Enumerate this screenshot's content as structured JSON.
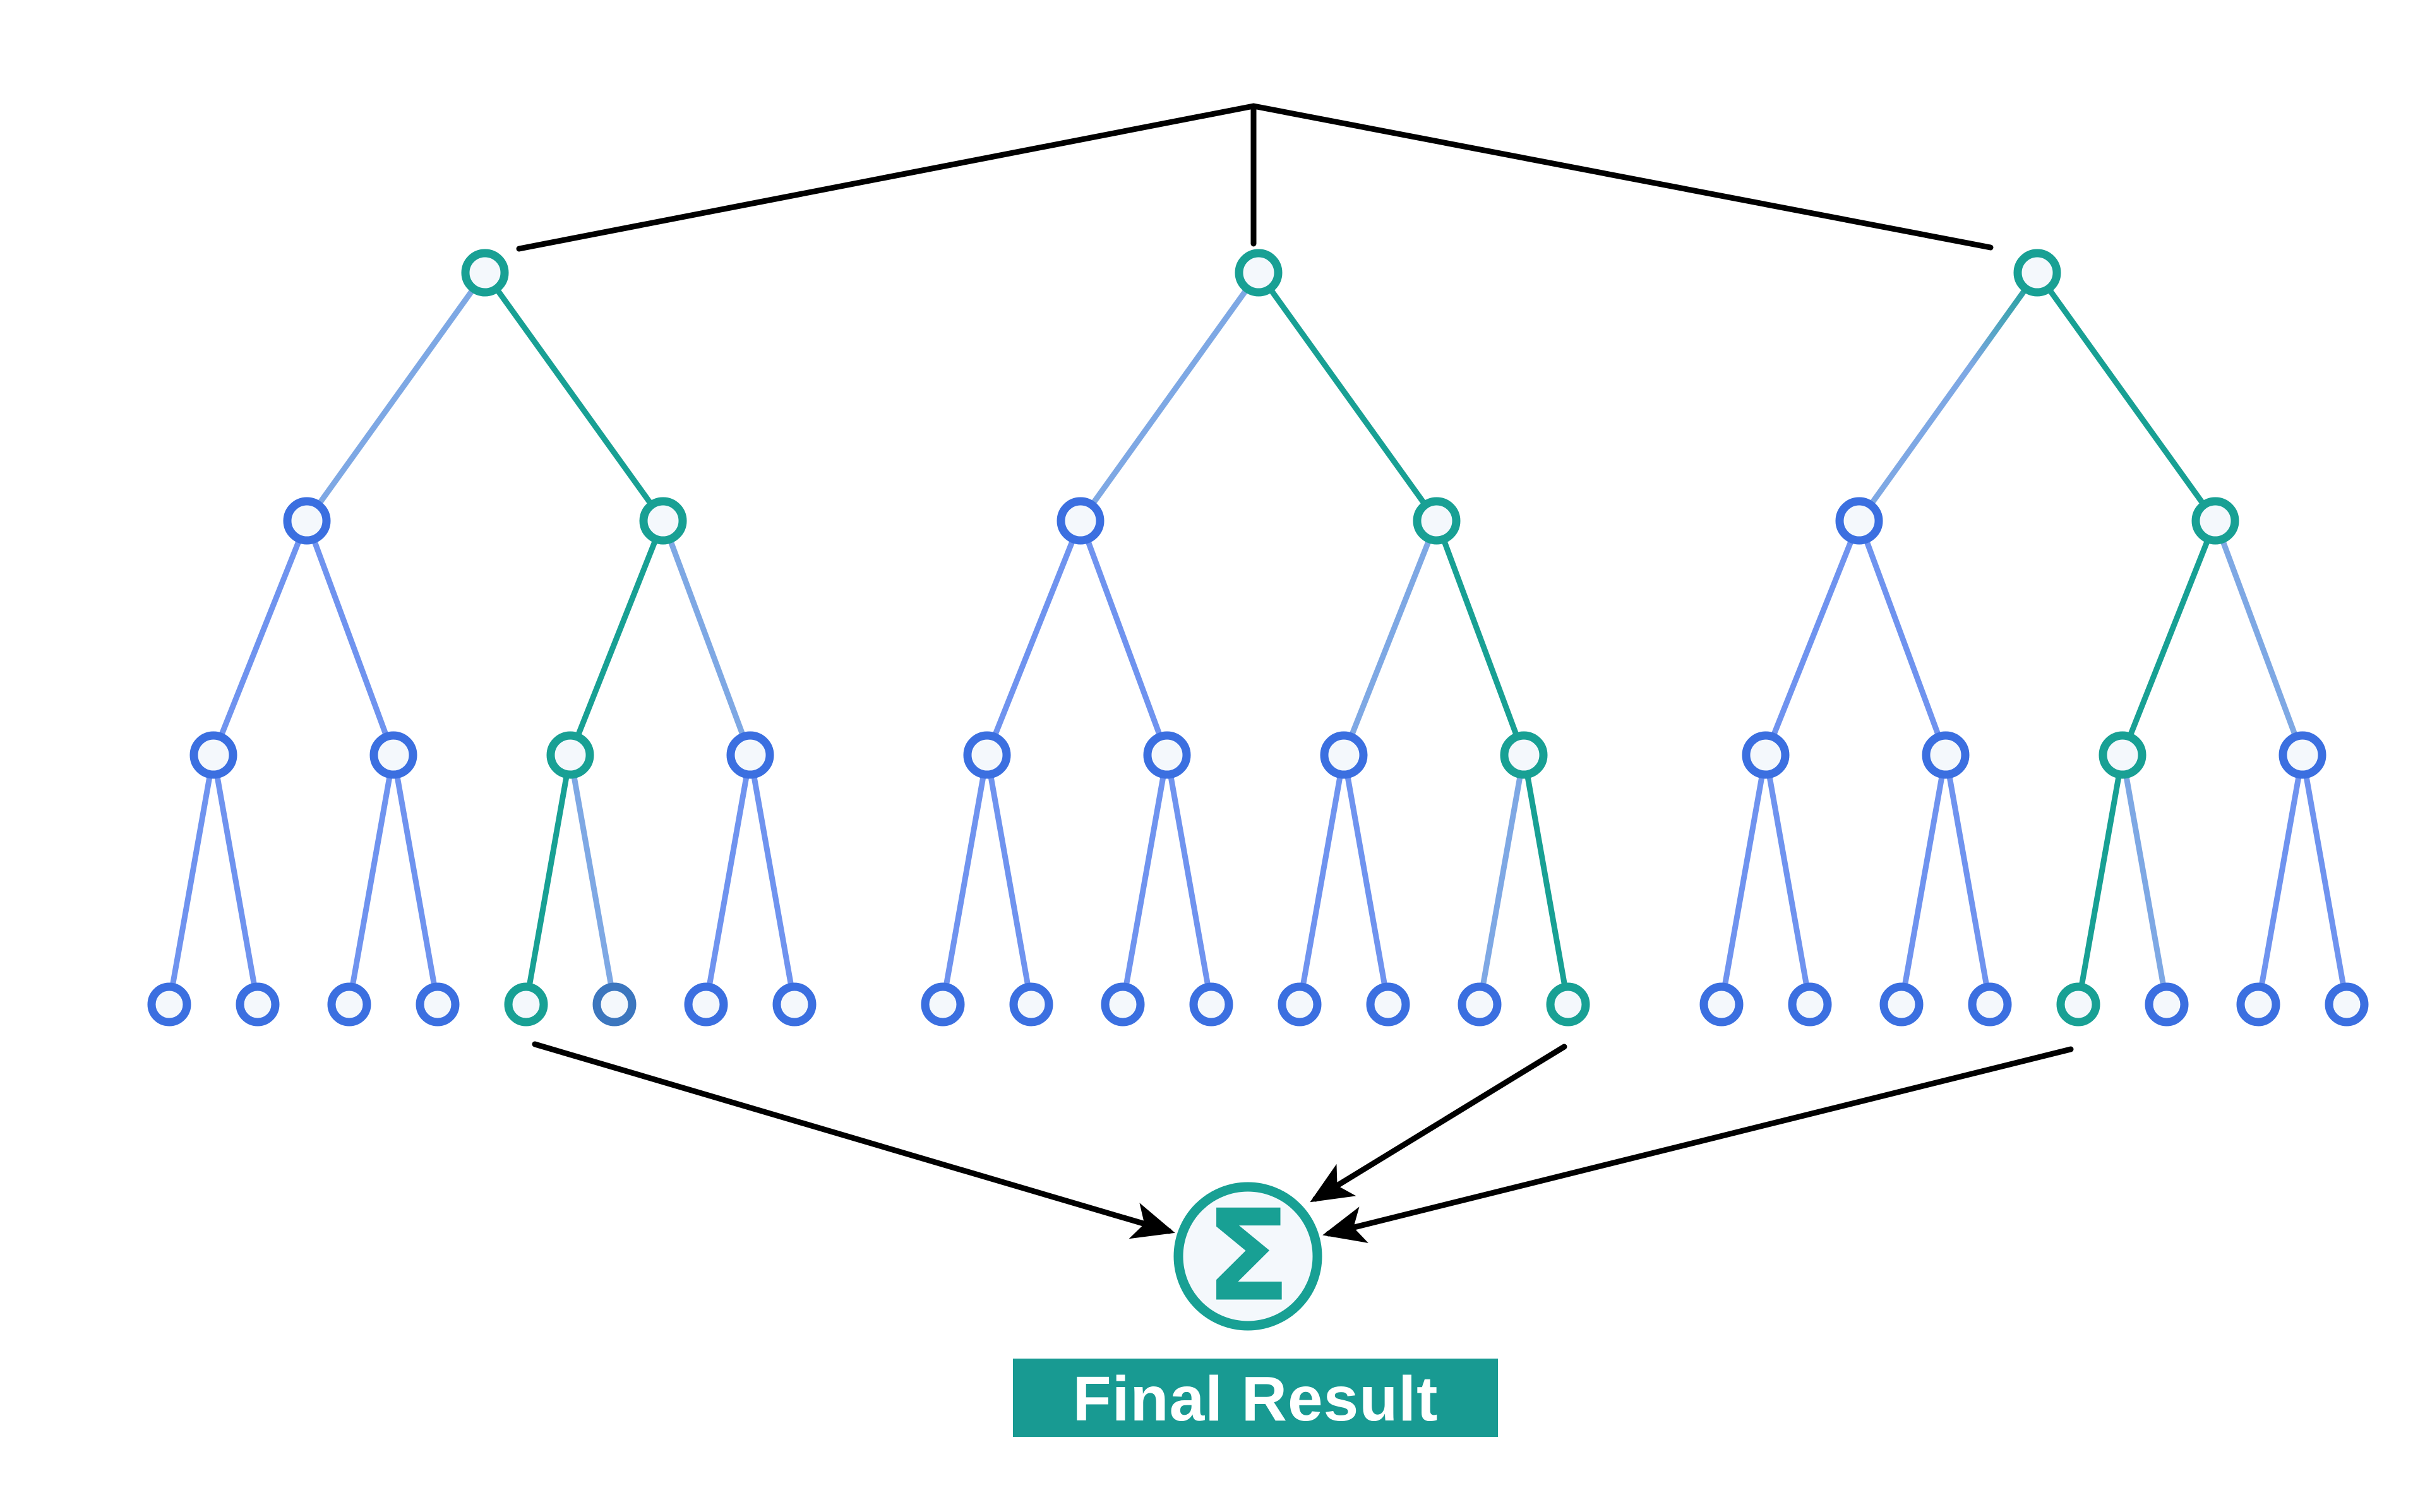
{
  "diagram": {
    "sum_symbol": "Σ",
    "final_label": "Final Result",
    "colors": {
      "teal": "#18A094",
      "node_blue": "#3B6FE0",
      "node_steel": "#3C76BE",
      "edge_blue": "#6F93EF",
      "edge_light": "#7EA8E4",
      "node_fill": "#F4F8FC",
      "connector_black": "#000000",
      "label_bg": "#189A92",
      "label_text": "#FFFFFF"
    },
    "trees": [
      {
        "name": "tree-1",
        "root": "teal",
        "level1": [
          "blue",
          "teal"
        ],
        "level2": [
          "blue",
          "blue",
          "teal",
          "blue"
        ],
        "leaves": [
          "blue",
          "blue",
          "blue",
          "blue",
          "teal",
          "steel",
          "blue",
          "blue"
        ],
        "arrow_leaf": 4,
        "gradient_edges": []
      },
      {
        "name": "tree-2",
        "root": "teal",
        "level1": [
          "blue",
          "teal"
        ],
        "level2": [
          "blue",
          "blue",
          "blue",
          "teal"
        ],
        "leaves": [
          "blue",
          "blue",
          "blue",
          "blue",
          "blue",
          "blue",
          "blue",
          "teal"
        ],
        "arrow_leaf": 7,
        "gradient_edges": []
      },
      {
        "name": "tree-3",
        "root": "teal",
        "level1": [
          "blue",
          "teal"
        ],
        "level2": [
          "blue",
          "blue",
          "teal",
          "blue"
        ],
        "leaves": [
          "blue",
          "blue",
          "blue",
          "blue",
          "teal",
          "blue",
          "blue",
          "blue"
        ],
        "arrow_leaf": 4,
        "gradient_edges": [
          "root-left"
        ]
      }
    ]
  }
}
